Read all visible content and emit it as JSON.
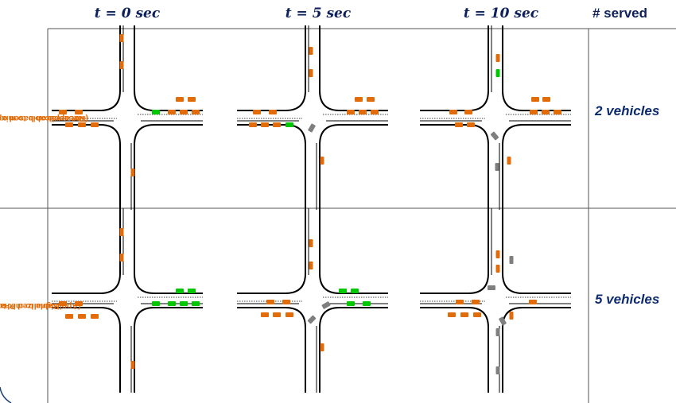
{
  "headers": {
    "t0": "t = 0 sec",
    "t5": "t = 5 sec",
    "t10": "t = 10 sec",
    "served": "# served"
  },
  "rows": [
    {
      "label_line1": "Reservation-based optimization",
      "label_line2": "(Not applicable to mix-traffic)",
      "served": "2 vehicles"
    },
    {
      "label_line1": "Signalized Phasing",
      "label_line2": "(Applicable to mix-traffic)",
      "served": "5 vehicles"
    }
  ],
  "colors": {
    "waiting_vehicle": "#e36c0a",
    "moving_vehicle": "#00c800",
    "exited_vehicle": "#7f7f7f",
    "road_line": "#000000",
    "header_text": "#0d1f5c",
    "row_label_text": "#e36c0a"
  }
}
